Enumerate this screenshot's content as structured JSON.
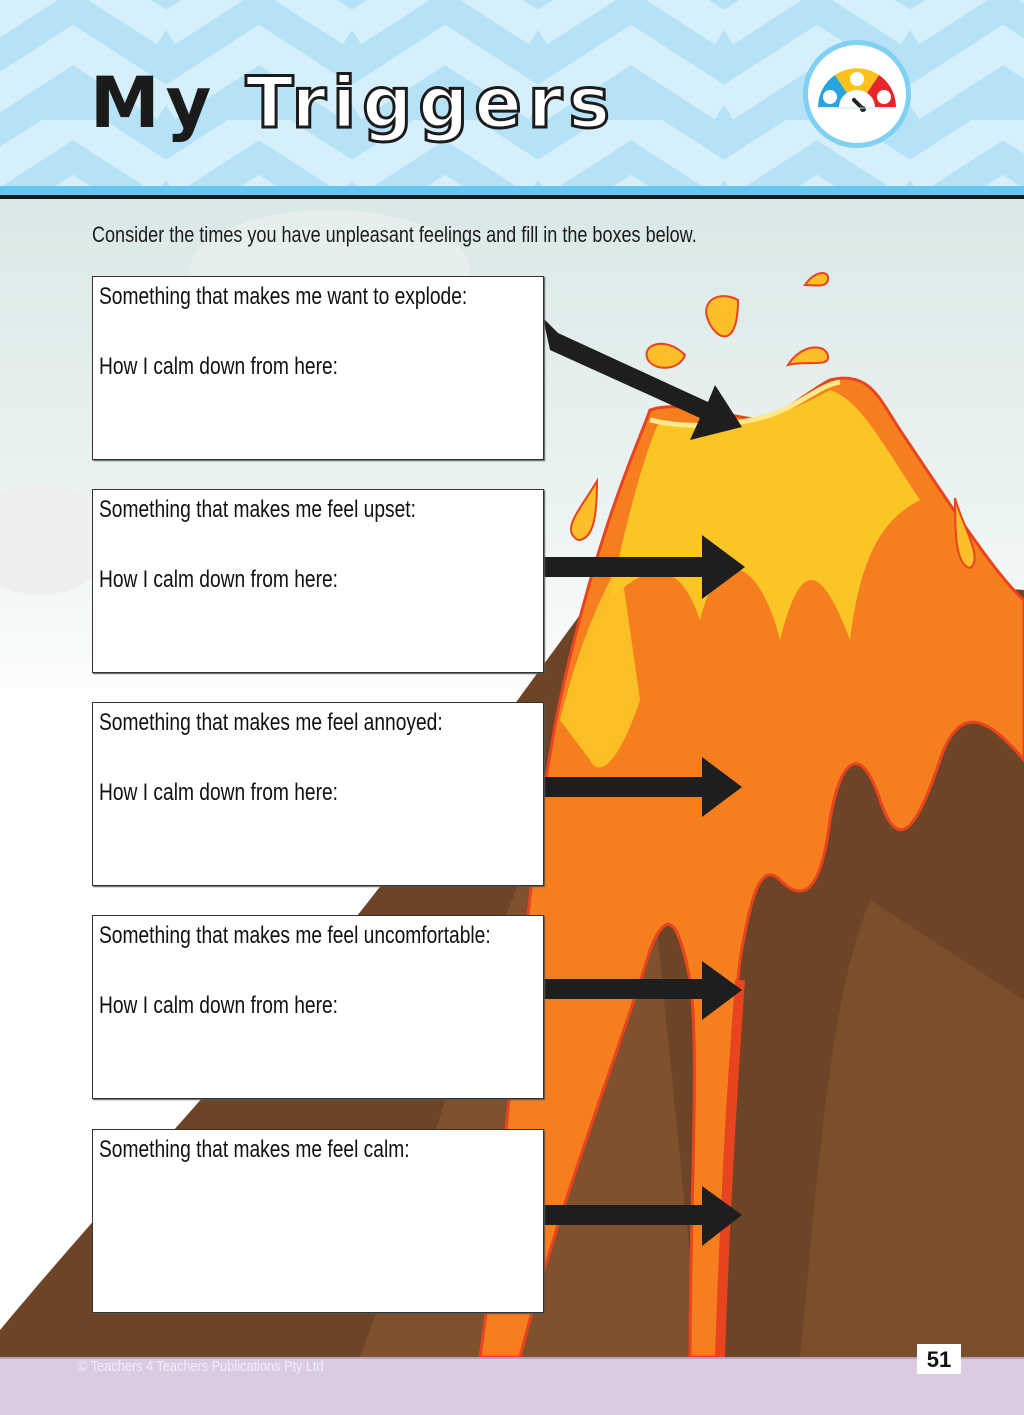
{
  "header": {
    "title_part1": "My",
    "title_part2": "Triggers",
    "icon": "emotion-gauge-icon"
  },
  "intro": "Consider the times you have unpleasant feelings and fill in the boxes below.",
  "boxes": [
    {
      "prompt": "Something that makes me want to explode:",
      "calm_prompt": "How I calm down from here:",
      "arrow": "diagonal-arrow-to-crater"
    },
    {
      "prompt": "Something that makes me feel upset:",
      "calm_prompt": "How I calm down from here:",
      "arrow": "right-arrow"
    },
    {
      "prompt": "Something that makes me feel annoyed:",
      "calm_prompt": "How I calm down from here:",
      "arrow": "right-arrow"
    },
    {
      "prompt": "Something that makes me feel uncomfortable:",
      "calm_prompt": "How I calm down from here:",
      "arrow": "right-arrow"
    },
    {
      "prompt": "Something that makes me feel calm:",
      "arrow": "right-arrow"
    }
  ],
  "footer": {
    "copyright": "©  Teachers 4 Teachers Publications Pty Ltd",
    "page_number": "51"
  },
  "colors": {
    "header_bg": "#b5e2f7",
    "header_chevron": "#d6f0fb",
    "header_stripe": "#63c7f0",
    "lava_yellow": "#fcc526",
    "lava_orange": "#f57f1f",
    "lava_red": "#e8441f",
    "rock_brown": "#7a4a29",
    "footer_bg": "#dacbe3"
  }
}
